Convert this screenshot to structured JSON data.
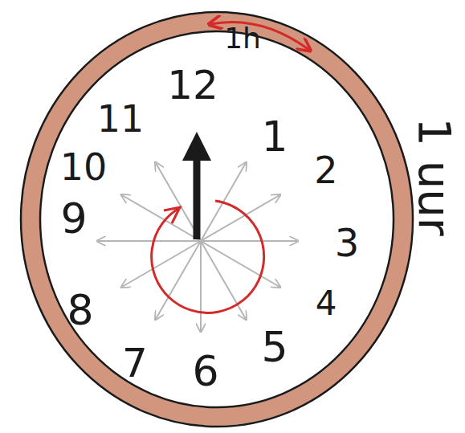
{
  "diagram": {
    "labels": [
      "12",
      "1",
      "2",
      "3",
      "4",
      "5",
      "6",
      "7",
      "8",
      "9",
      "10",
      "11",
      "1h",
      "1 uur"
    ]
  }
}
